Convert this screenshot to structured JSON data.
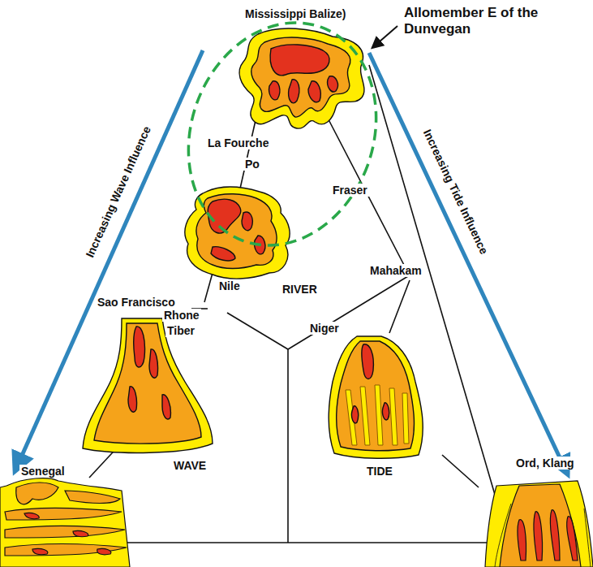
{
  "diagram": {
    "labels": [
      "Mississippi Balize)",
      "Allomember E of the Dunvegan",
      "La Fourche",
      "Po",
      "Fraser",
      "Increasing Wave Influence",
      "Increasing Tide Influence",
      "Nile",
      "RIVER",
      "Mahakam",
      "Sao Francisco",
      "Rhone",
      "Tiber",
      "Niger",
      "WAVE",
      "TIDE",
      "Senegal",
      "Ord, Klang"
    ]
  }
}
